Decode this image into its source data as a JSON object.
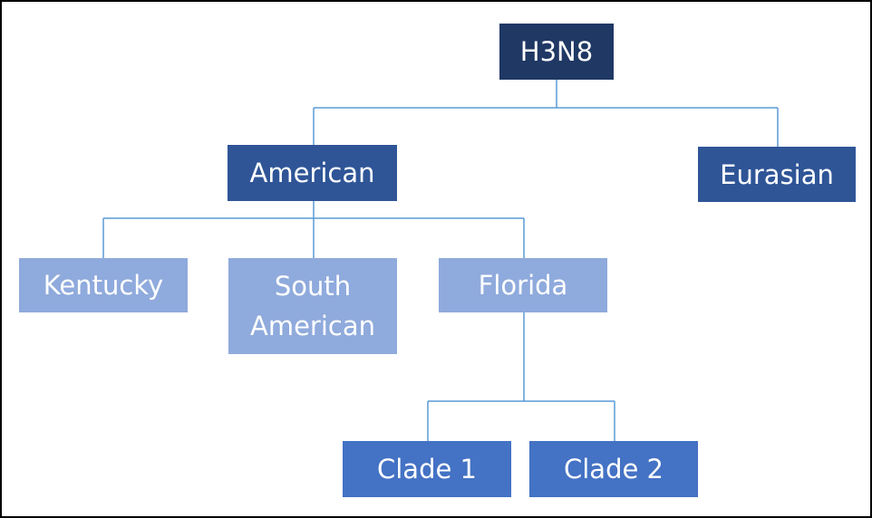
{
  "diagram": {
    "line_color": "#5b9bd5",
    "colors": {
      "root": "#1f3864",
      "level1": "#2f5597",
      "level2": "#8faadc",
      "level3": "#4472c4"
    },
    "nodes": {
      "root": "H3N8",
      "american": "American",
      "eurasian": "Eurasian",
      "kentucky": "Kentucky",
      "south_american_line1": "South",
      "south_american_line2": "American",
      "florida": "Florida",
      "clade1": "Clade 1",
      "clade2": "Clade 2"
    }
  }
}
